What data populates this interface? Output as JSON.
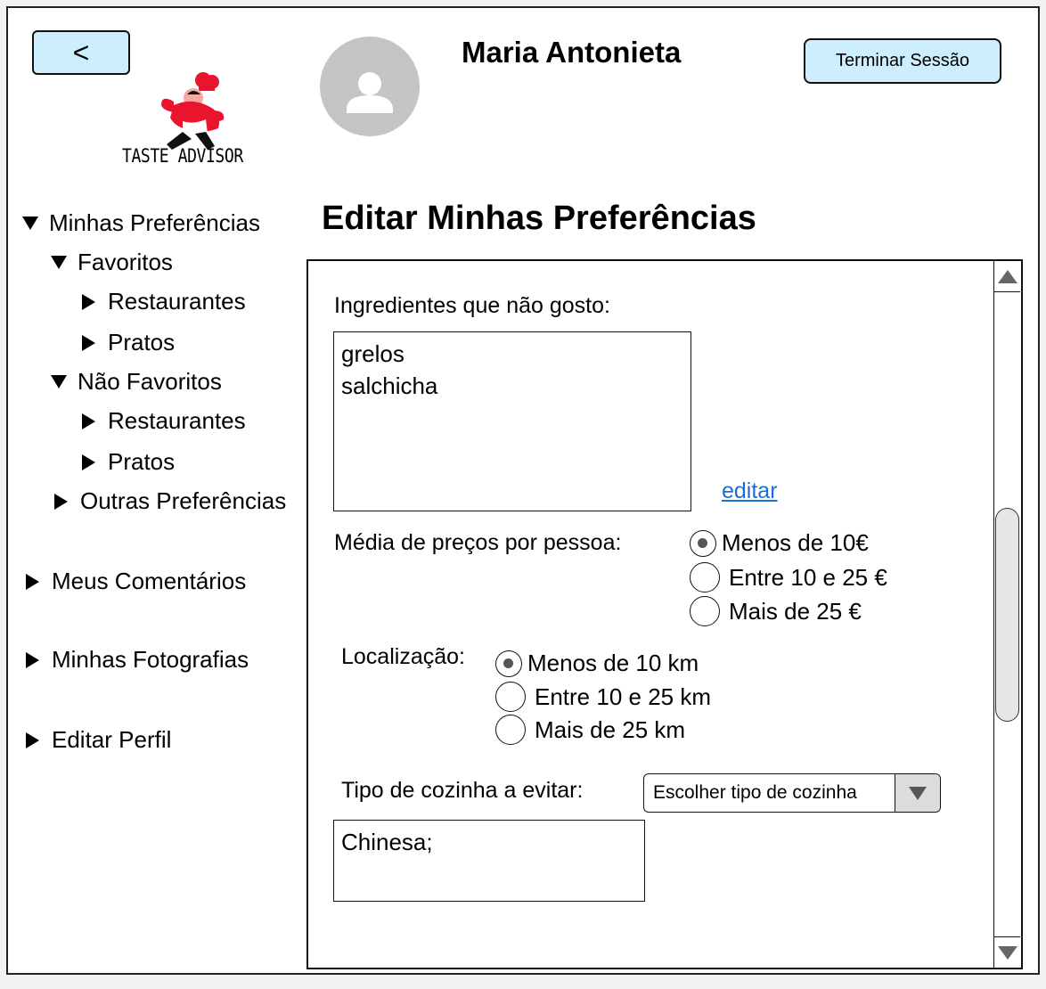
{
  "header": {
    "back_label": "<",
    "logo_text": "TASTE ADVISOR",
    "user_name": "Maria Antonieta",
    "logout_label": "Terminar Sessão"
  },
  "sidebar": {
    "my_preferences": "Minhas Preferências",
    "favorites": "Favoritos",
    "fav_restaurants": "Restaurantes",
    "fav_dishes": "Pratos",
    "not_favorites": "Não Favoritos",
    "notfav_restaurants": "Restaurantes",
    "notfav_dishes": "Pratos",
    "other_preferences": "Outras Preferências",
    "my_comments": "Meus Comentários",
    "my_photos": "Minhas Fotografias",
    "edit_profile": "Editar Perfil"
  },
  "main": {
    "title": "Editar Minhas Preferências",
    "disliked_label": "Ingredientes que não gosto:",
    "disliked_items": [
      "grelos",
      "salchicha"
    ],
    "edit_link": "editar",
    "price_label": "Média de preços por pessoa:",
    "price_options": [
      "Menos de 10€",
      "Entre 10 e 25 €",
      "Mais de 25 €"
    ],
    "price_selected": 0,
    "location_label": "Localização:",
    "location_options": [
      "Menos de 10 km",
      "Entre 10 e 25 km",
      "Mais de 25 km"
    ],
    "location_selected": 0,
    "cuisine_label": "Tipo de cozinha a evitar:",
    "cuisine_select": "Escolher tipo de cozinha",
    "cuisine_value": "Chinesa;"
  },
  "colors": {
    "button_bg": "#cdeefc",
    "link": "#1a6ed8",
    "chef_red": "#e8152c"
  },
  "icons": [
    "back-arrow",
    "user-avatar-icon",
    "chef-logo",
    "scroll-up-icon",
    "scroll-down-icon",
    "dropdown-arrow-icon"
  ]
}
